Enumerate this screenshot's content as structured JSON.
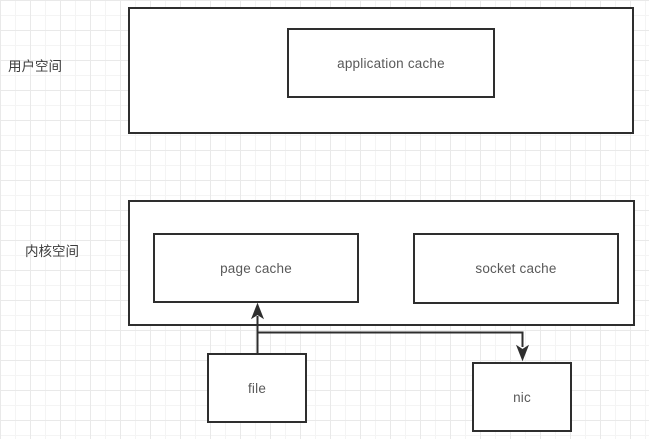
{
  "diagram": {
    "labels": {
      "user_space": "用户空间",
      "kernel_space": "内核空间"
    },
    "nodes": {
      "application_cache": "application cache",
      "page_cache": "page cache",
      "socket_cache": "socket cache",
      "file": "file",
      "nic": "nic"
    },
    "connectors": [
      {
        "from": "file",
        "to": "page cache",
        "direction": "up"
      },
      {
        "from": "file",
        "to": "nic",
        "direction": "right-then-down"
      }
    ],
    "colors": {
      "shape_border": "#2e2e2e",
      "node_text": "#595959",
      "label_text": "#3d3d3d",
      "grid_major": "#e9e9e9",
      "grid_minor": "#f4f4f4",
      "background": "#ffffff"
    }
  }
}
